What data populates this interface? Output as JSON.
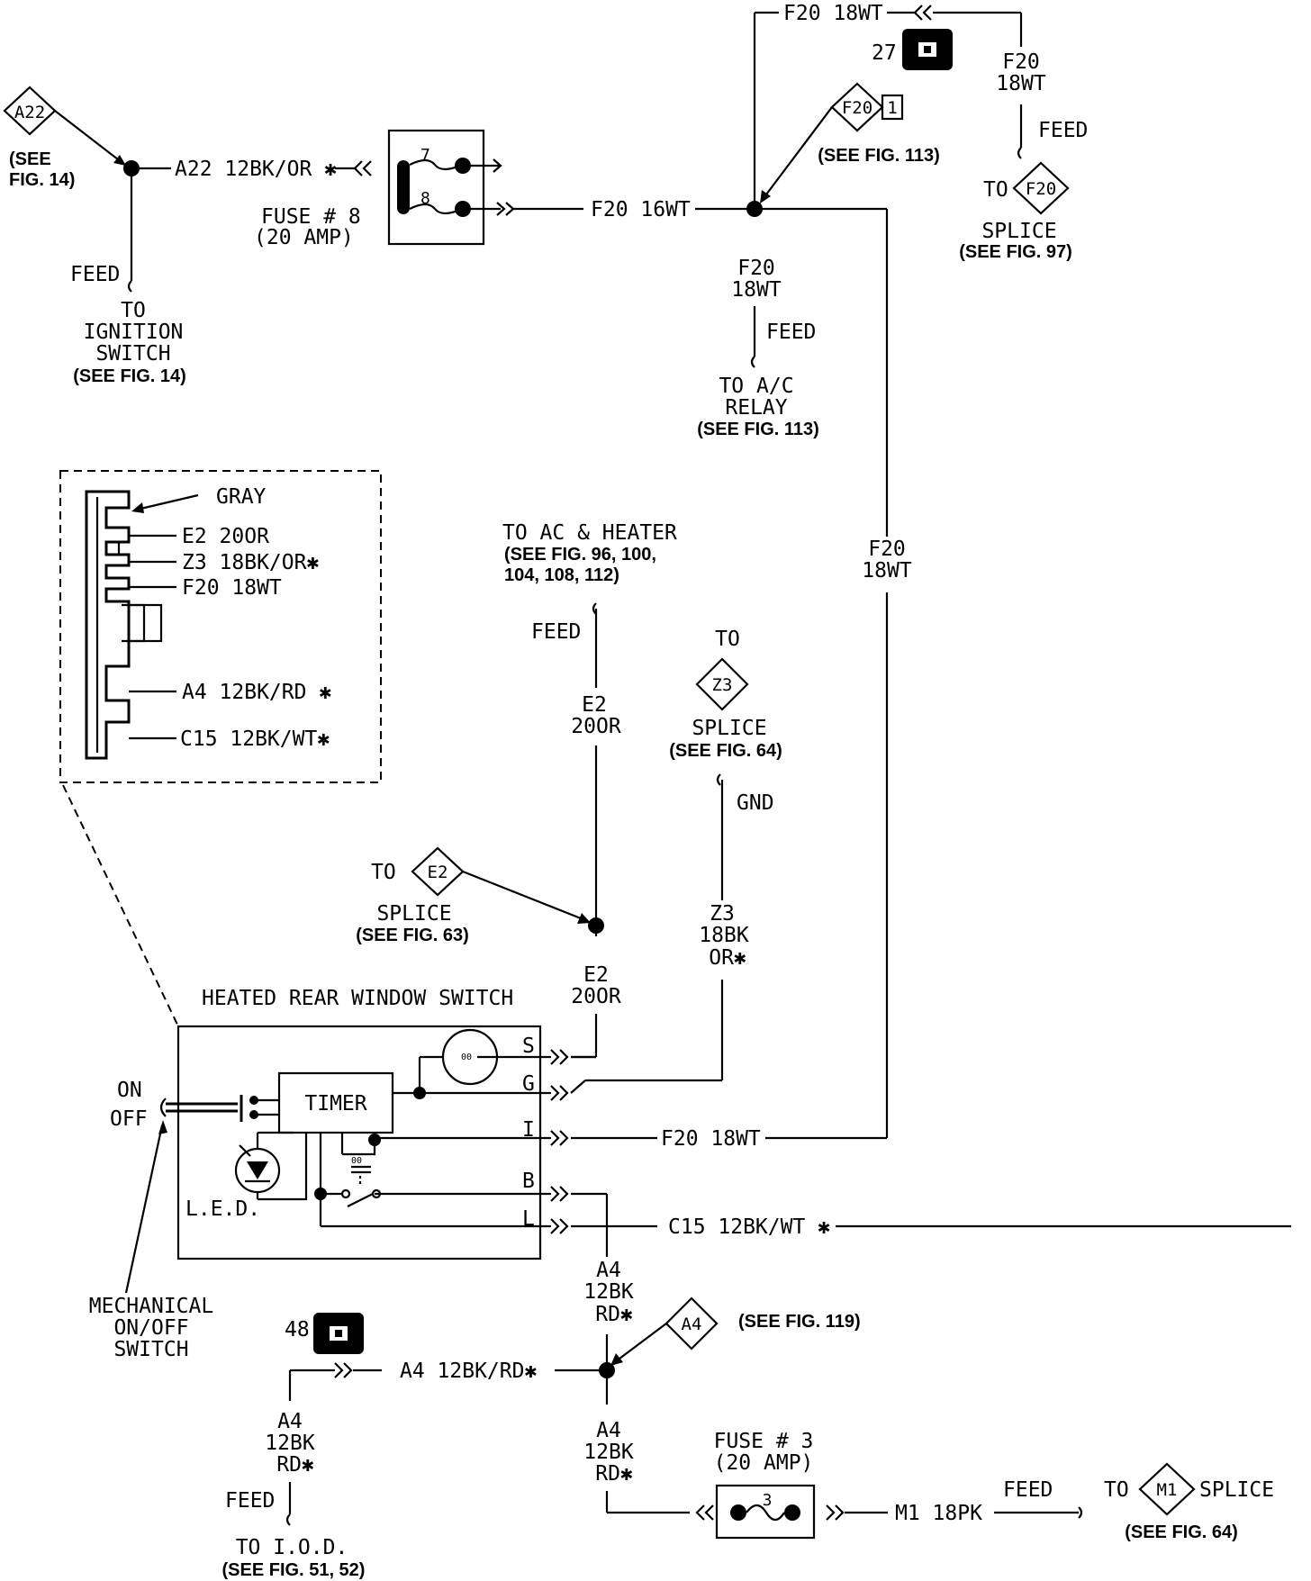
{
  "connectors": {
    "a22_name": "A22",
    "f20_top_name": "F20",
    "f20_top_number": "1",
    "f20_right_name": "F20",
    "e2_name": "E2",
    "z3_name": "Z3",
    "a4_name": "A4",
    "m1_name": "M1"
  },
  "refs": {
    "a22_see_l1": "(SEE",
    "a22_see_l2": "FIG. 14)",
    "ign_fig": "(SEE FIG. 14)",
    "fig113_top": "(SEE FIG. 113)",
    "fig97": "(SEE FIG. 97)",
    "fig113_relay": "(SEE FIG. 113)",
    "ac_heater_l1": "(SEE FIG. 96, 100,",
    "ac_heater_l2": "104, 108, 112)",
    "fig64_z3": "(SEE FIG. 64)",
    "fig63": "(SEE FIG. 63)",
    "fig119": "(SEE FIG. 119)",
    "fig51_52": "(SEE FIG. 51, 52)",
    "fig64_m1": "(SEE FIG. 64)"
  },
  "wires": {
    "a22": "A22 12BK/OR ✱",
    "f20_16wt": "F20 16WT",
    "f20_top_wt": "F20 18WT",
    "f20_r1": "F20",
    "f20_r2": "18WT",
    "f20_d1": "F20",
    "f20_d2": "18WT",
    "f20_v1": "F20",
    "f20_v2": "18WT",
    "e2_upper_1": "E2",
    "e2_upper_2": "20OR",
    "e2_lower_1": "E2",
    "e2_lower_2": "20OR",
    "z3_1": "Z3",
    "z3_2": "18BK",
    "z3_3": "OR✱",
    "f20_i": "F20 18WT",
    "c15": "C15 12BK/WT ✱",
    "a4_v1": "A4",
    "a4_v2": "12BK",
    "a4_v3": "RD✱",
    "a4_h": "A4 12BK/RD✱",
    "a4_l1": "A4",
    "a4_l2": "12BK",
    "a4_l3": "RD✱",
    "a4_b1": "A4",
    "a4_b2": "12BK",
    "a4_b3": "RD✱",
    "m1": "M1 18PK"
  },
  "labels": {
    "feed_ign": "FEED",
    "to_ign_1": "TO",
    "to_ign_2": "IGNITION",
    "to_ign_3": "SWITCH",
    "fuse8_1": "FUSE # 8",
    "fuse8_2": "(20 AMP)",
    "fuse8_pin7": "7",
    "fuse8_pin8": "8",
    "feed_top": "FEED",
    "to_splice97_to": "TO",
    "splice97": "SPLICE",
    "feed_relay": "FEED",
    "relay_1": "TO A/C",
    "relay_2": "RELAY",
    "ac_heater_to": "TO AC & HEATER",
    "feed_ac": "FEED",
    "z3_to": "TO",
    "z3_splice": "SPLICE",
    "gnd": "GND",
    "e2_to": "TO",
    "e2_splice": "SPLICE",
    "switch_title": "HEATED REAR WINDOW SWITCH",
    "on": "ON",
    "off": "OFF",
    "timer": "TIMER",
    "led": "L.E.D.",
    "pin_s": "S",
    "pin_g": "G",
    "pin_i": "I",
    "pin_b": "B",
    "pin_l": "L",
    "mech_1": "MECHANICAL",
    "mech_2": "ON/OFF",
    "mech_3": "SWITCH",
    "feed_iod": "FEED",
    "to_iod": "TO I.O.D.",
    "fuse3_1": "FUSE # 3",
    "fuse3_2": "(20 AMP)",
    "fuse3_pin": "3",
    "feed_m1": "FEED",
    "to_m1": "TO",
    "m1_splice": "SPLICE",
    "splice27": "27",
    "splice48": "48"
  },
  "inset": {
    "gray": "GRAY",
    "e2": "E2 20OR",
    "z3": "Z3 18BK/OR✱",
    "f20": "F20 18WT",
    "a4": "A4 12BK/RD ✱",
    "c15": "C15 12BK/WT✱"
  }
}
